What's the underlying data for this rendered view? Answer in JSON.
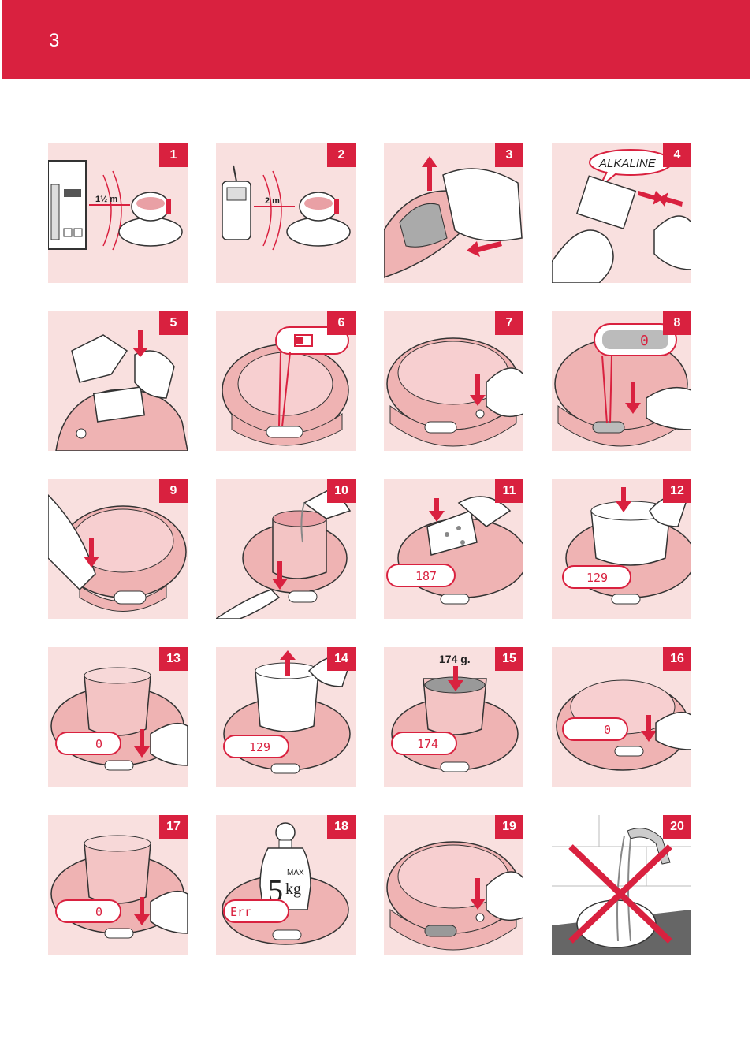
{
  "page": {
    "number": "3"
  },
  "colors": {
    "accent": "#d9213f",
    "panel_bg": "#f9e0df",
    "scale_pink": "#efb3b3",
    "display_red": "#e0243f"
  },
  "steps": [
    {
      "n": "1",
      "label": "1½ m"
    },
    {
      "n": "2",
      "label": "2 m"
    },
    {
      "n": "3"
    },
    {
      "n": "4",
      "label": "ALKALINE"
    },
    {
      "n": "5"
    },
    {
      "n": "6"
    },
    {
      "n": "7"
    },
    {
      "n": "8",
      "display": "0"
    },
    {
      "n": "9"
    },
    {
      "n": "10"
    },
    {
      "n": "11",
      "display": "187"
    },
    {
      "n": "12",
      "display": "129"
    },
    {
      "n": "13",
      "display": "0"
    },
    {
      "n": "14",
      "display": "129"
    },
    {
      "n": "15",
      "display": "174",
      "label": "174 g."
    },
    {
      "n": "16",
      "display": "0"
    },
    {
      "n": "17",
      "display": "0"
    },
    {
      "n": "18",
      "display": "Err",
      "weight_label": "5",
      "weight_max": "MAX",
      "weight_unit": "kg"
    },
    {
      "n": "19"
    },
    {
      "n": "20"
    }
  ]
}
